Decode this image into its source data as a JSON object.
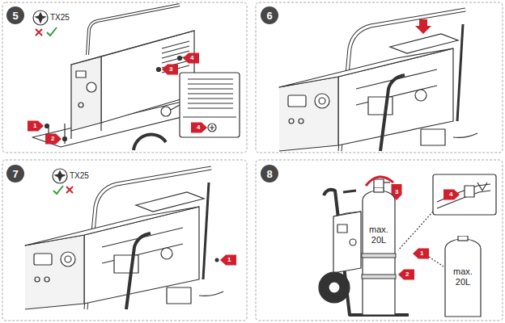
{
  "diagram": {
    "nodes": [
      {
        "text": [
          "5"
        ]
      },
      {
        "text": [
          "6"
        ]
      },
      {
        "text": [
          "7"
        ]
      },
      {
        "text": [
          "8"
        ]
      },
      {
        "text": [
          "max. 20L"
        ]
      },
      {
        "text": [
          "max. 20L"
        ]
      }
    ],
    "labels": [
      "TX25",
      "1",
      "2",
      "3",
      "4",
      "4",
      "TX25",
      "1",
      "3",
      "2",
      "1",
      "4"
    ]
  }
}
